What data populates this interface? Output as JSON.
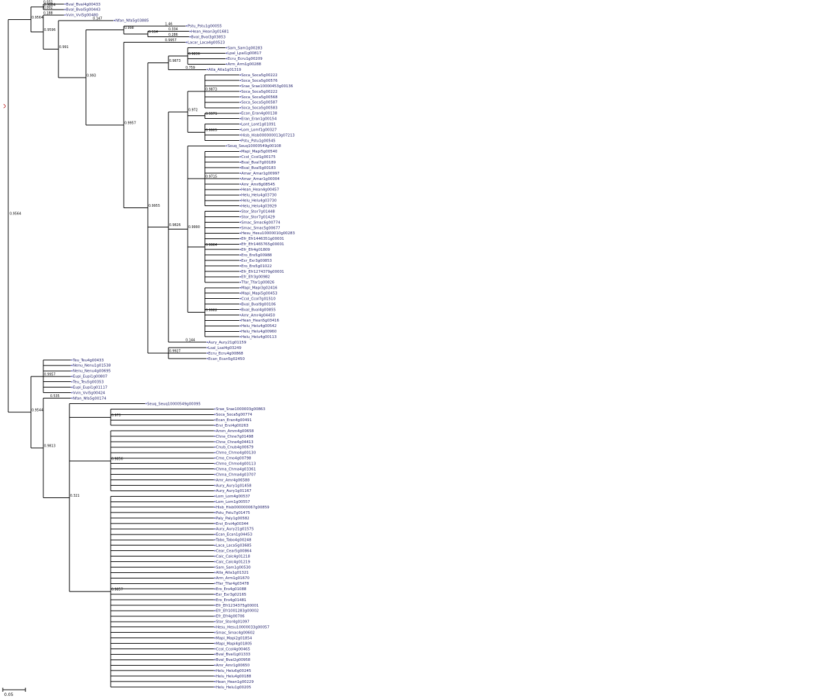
{
  "scale_bar": {
    "label": "0.05"
  },
  "tree": {
    "s": "0.9564",
    "c": [
      {
        "s": "0.9864",
        "c": [
          {
            "l": "Bval_Bval4g00433",
            "s": "0.032",
            "h": "0.032"
          },
          {
            "l": "Bval_Bval5g00443",
            "s": "0.002",
            "h": "0.002"
          }
        ]
      },
      {
        "s": "0.9596",
        "c": [
          {
            "l": "Vvin_Vvi5g00480",
            "s": "0.188",
            "h": "0.188"
          },
          {
            "s": "0.991",
            "c": [
              {
                "l": "Nfan_Nfa5g03885",
                "s": "0.147",
                "h": "0.147"
              },
              {
                "s": "0.993",
                "c": [
                  {
                    "s": "0.998",
                    "c": [
                      {
                        "l": "Pstu_Pstu1g00055",
                        "s": "1.46",
                        "h": "1.46"
                      },
                      {
                        "s": "0.114",
                        "c": [
                          {
                            "l": "Hean_Hean3g01681",
                            "s": "0.334",
                            "h": "0.334"
                          },
                          {
                            "l": "Bval_Bval3g03853",
                            "s": "0.286",
                            "h": "0.286"
                          }
                        ]
                      }
                    ]
                  },
                  {
                    "s": "0.9957",
                    "c": [
                      {
                        "l": "Lacar_Laca4g00523",
                        "s": "0.9957",
                        "h": "0.9957"
                      },
                      {
                        "s": "0.9955",
                        "c": [
                          {
                            "s": "0.9873",
                            "c": [
                              {
                                "s": "0.9836",
                                "c": [
                                  {
                                    "l": "Sam_Sam1g00283"
                                  },
                                  {
                                    "l": "Lpal_Lpal1g00817"
                                  },
                                  {
                                    "l": "Ecru_Ecru1g00209"
                                  },
                                  {
                                    "l": "Arm_Arm1g00288"
                                  }
                                ]
                              },
                              {
                                "l": "Atla_Atla1g01319",
                                "s": "0.759",
                                "h": "0.759"
                              }
                            ]
                          },
                          {
                            "s": "0.9826",
                            "c": [
                              {
                                "s": "0.972",
                                "c": [
                                  {
                                    "s": "0.9873",
                                    "c": [
                                      {
                                        "l": "Soca_Soca5g00222"
                                      },
                                      {
                                        "l": "Soca_Soca5g00576"
                                      },
                                      {
                                        "l": "Srae_Srae10000453g00136"
                                      },
                                      {
                                        "l": "Soca_Soca5g00222"
                                      },
                                      {
                                        "l": "Soca_Soca5g00568"
                                      },
                                      {
                                        "l": "Soca_Soca5g00587"
                                      },
                                      {
                                        "l": "Soca_Soca5g00583"
                                      }
                                    ]
                                  },
                                  {
                                    "s": "0.9971",
                                    "c": [
                                      {
                                        "l": "Ecan_Eran4g00138"
                                      },
                                      {
                                        "l": "Eran_Eran1g00154"
                                      }
                                    ]
                                  },
                                  {
                                    "s": "0.9905",
                                    "c": [
                                      {
                                        "l": "Lont_Lont1g01091"
                                      },
                                      {
                                        "l": "Lom_Lomf1g00327"
                                      },
                                      {
                                        "l": "Hisb_Hisb000000013g07213"
                                      },
                                      {
                                        "l": "Pstu_Pstu1g00545"
                                      }
                                    ]
                                  }
                                ]
                              },
                              {
                                "s": "0.9990",
                                "c": [
                                  {
                                    "l": "Seuq_Seuq10000549g00108"
                                  },
                                  {
                                    "s": "0.9715",
                                    "c": [
                                      {
                                        "l": "Mapi_Mapi5g00540"
                                      },
                                      {
                                        "l": "Ccol_Ccol1g00175"
                                      },
                                      {
                                        "l": "Bval_Bval7g00189"
                                      },
                                      {
                                        "l": "Bval_Bval5g00183"
                                      },
                                      {
                                        "l": "Amar_Amar1g00997"
                                      },
                                      {
                                        "l": "Amar_Amar1g00004"
                                      },
                                      {
                                        "l": "Amr_Amr8g08545"
                                      },
                                      {
                                        "l": "Hean_Hean4g00457"
                                      },
                                      {
                                        "l": "Helu_Helu4g03730"
                                      },
                                      {
                                        "l": "Helu_Helu4g03730"
                                      },
                                      {
                                        "l": "Helu_Helu4g03929"
                                      }
                                    ]
                                  },
                                  {
                                    "s": "0.9964",
                                    "c": [
                                      {
                                        "l": "Stor_Stor7g01448"
                                      },
                                      {
                                        "l": "Stor_Stor7g01429"
                                      },
                                      {
                                        "l": "Smac_Smac6g00774"
                                      },
                                      {
                                        "l": "Smac_Smac5g00677"
                                      },
                                      {
                                        "l": "Hesu_Hesu10000010g00283"
                                      },
                                      {
                                        "l": "Efr_Efr1446351g00001"
                                      },
                                      {
                                        "l": "Efr_Efr1465765g00001"
                                      },
                                      {
                                        "l": "Efr_Efr4g01809"
                                      },
                                      {
                                        "l": "Ero_Ero5g00988"
                                      },
                                      {
                                        "l": "Exr_Exr3g00853"
                                      },
                                      {
                                        "l": "Ero_Ero5g01022"
                                      },
                                      {
                                        "l": "Efr_Efr1274379g00001"
                                      },
                                      {
                                        "l": "Efr_Efr3g00982"
                                      },
                                      {
                                        "l": "Tfar_Tfar1g00826"
                                      }
                                    ]
                                  },
                                  {
                                    "s": "0.9982",
                                    "c": [
                                      {
                                        "l": "Mapi_Mapi3g02416"
                                      },
                                      {
                                        "l": "Mapi_Mapi5g00453"
                                      },
                                      {
                                        "l": "Ccol_Ccol7g01510"
                                      },
                                      {
                                        "l": "Bval_Bval9g00106"
                                      },
                                      {
                                        "l": "Bval_Bval4g00855"
                                      },
                                      {
                                        "l": "Amr_Amr4g04450"
                                      },
                                      {
                                        "l": "Hean_Hean5g03416"
                                      },
                                      {
                                        "l": "Helu_Helu4g00542"
                                      },
                                      {
                                        "l": "Helu_Helu4g00960"
                                      },
                                      {
                                        "l": "Helu_Helu4g00113"
                                      }
                                    ]
                                  }
                                ]
                              },
                              {
                                "l": "Aury_Aury21g01159",
                                "s": "0.144",
                                "h": "0.144"
                              }
                            ]
                          },
                          {
                            "s": "0.9927",
                            "c": [
                              {
                                "l": "Lsal_Lsal4g03249"
                              },
                              {
                                "l": "Ecru_Ecru4g00868"
                              },
                              {
                                "l": "Ecan_Ecan5g02450"
                              }
                            ]
                          }
                        ]
                      }
                    ]
                  }
                ]
              }
            ]
          }
        ]
      }
    ]
  },
  "tree_b": {
    "s": "0.9544",
    "c": [
      {
        "s": "0.9957",
        "c": [
          {
            "l": "Teu_Teu4g00433"
          },
          {
            "l": "Nenu_Nenu1g01538"
          },
          {
            "l": "Nenu_Nenu4g00695"
          },
          {
            "l": "Eupi_Eupi1g00807"
          },
          {
            "l": "Teu_Teu5g00353"
          },
          {
            "l": "Eupi_Eupi1g01117"
          },
          {
            "l": "Vvin_Vvi5g00424"
          }
        ]
      },
      {
        "s": "0.9813",
        "c": [
          {
            "l": "Nfan_Nfa5g00174",
            "s": "0.535",
            "h": "0.535"
          },
          {
            "s": "0.321",
            "c": [
              {
                "l": "Seuq_Seuq10000549g00095"
              },
              {
                "s": "0.973",
                "c": [
                  {
                    "l": "Srae_Srae1000003g00863"
                  },
                  {
                    "l": "Soca_Soca5g00774"
                  },
                  {
                    "l": "Ecan_Eran4g00491"
                  },
                  {
                    "l": "Ervi_Ervi4g00263"
                  }
                ]
              },
              {
                "s": "0.9856",
                "c": [
                  {
                    "l": "Amm_Amm4g00658"
                  },
                  {
                    "l": "Chne_Chne7g01498"
                  },
                  {
                    "l": "Chne_Chne4g04413"
                  },
                  {
                    "l": "Cnub_Cnub4g00679"
                  },
                  {
                    "l": "Chmo_Chmo4g00130"
                  },
                  {
                    "l": "Cmo_Cmo4g00798"
                  },
                  {
                    "l": "Chmo_Chmo4g00113"
                  },
                  {
                    "l": "Chma_Chma4g03361"
                  },
                  {
                    "l": "Chma_Chma4g03707"
                  },
                  {
                    "l": "Amr_Amr4g06588"
                  },
                  {
                    "l": "Aury_Aury1g01458"
                  },
                  {
                    "l": "Aury_Aury1g01167"
                  }
                ]
              },
              {
                "s": "0.9857",
                "c": [
                  {
                    "l": "Lom_Lom4g00537"
                  },
                  {
                    "l": "Lom_Lom1g00557"
                  },
                  {
                    "l": "Hisb_Hisb000000067g00859"
                  },
                  {
                    "l": "Pstu_Pstu7g01475"
                  },
                  {
                    "l": "Paly_Paly1g00582"
                  },
                  {
                    "l": "Ervi_Ervi4g00344"
                  },
                  {
                    "l": "Aury_Aury21g01575"
                  },
                  {
                    "l": "Ecan_Ecan1g04453"
                  },
                  {
                    "l": "Tabo_Tabo4g00248"
                  },
                  {
                    "l": "Laca_Laca5g03685"
                  },
                  {
                    "l": "Cear_Cear5g00864"
                  },
                  {
                    "l": "Calc_Calc4g01218"
                  },
                  {
                    "l": "Calc_Calc4g01219"
                  },
                  {
                    "l": "Sam_Sam1g00530"
                  },
                  {
                    "l": "Atla_Atla1g01321"
                  },
                  {
                    "l": "Arm_Arm1g01670"
                  },
                  {
                    "l": "Tfar_Tfar4g03478"
                  },
                  {
                    "l": "Ero_Ero4g01088"
                  },
                  {
                    "l": "Exr_Exr3g02165"
                  },
                  {
                    "l": "Ero_Ero4g01481"
                  },
                  {
                    "l": "Efr_Efr1234375g00001"
                  },
                  {
                    "l": "Efr_Efr1001283g00002"
                  },
                  {
                    "l": "Efr_Efr4g00706"
                  },
                  {
                    "l": "Stor_Stor4g01097"
                  },
                  {
                    "l": "Hesu_Hesu10000033g00057"
                  },
                  {
                    "l": "Smac_Smac4g00602"
                  },
                  {
                    "l": "Mapi_Mapi2g01854"
                  },
                  {
                    "l": "Mapi_Mapi4g01805"
                  },
                  {
                    "l": "Ccol_Ccol4g00465"
                  },
                  {
                    "l": "Bval_Bval1g01333"
                  },
                  {
                    "l": "Bval_Bval2g00958"
                  },
                  {
                    "l": "Amr_Amr1g00650"
                  },
                  {
                    "l": "Helu_Helu6g00245"
                  },
                  {
                    "l": "Helu_Helu4g00188"
                  },
                  {
                    "l": "Hean_Hean1g00229"
                  },
                  {
                    "l": "Helu_Helu1g00205"
                  }
                ]
              }
            ]
          }
        ]
      }
    ]
  }
}
